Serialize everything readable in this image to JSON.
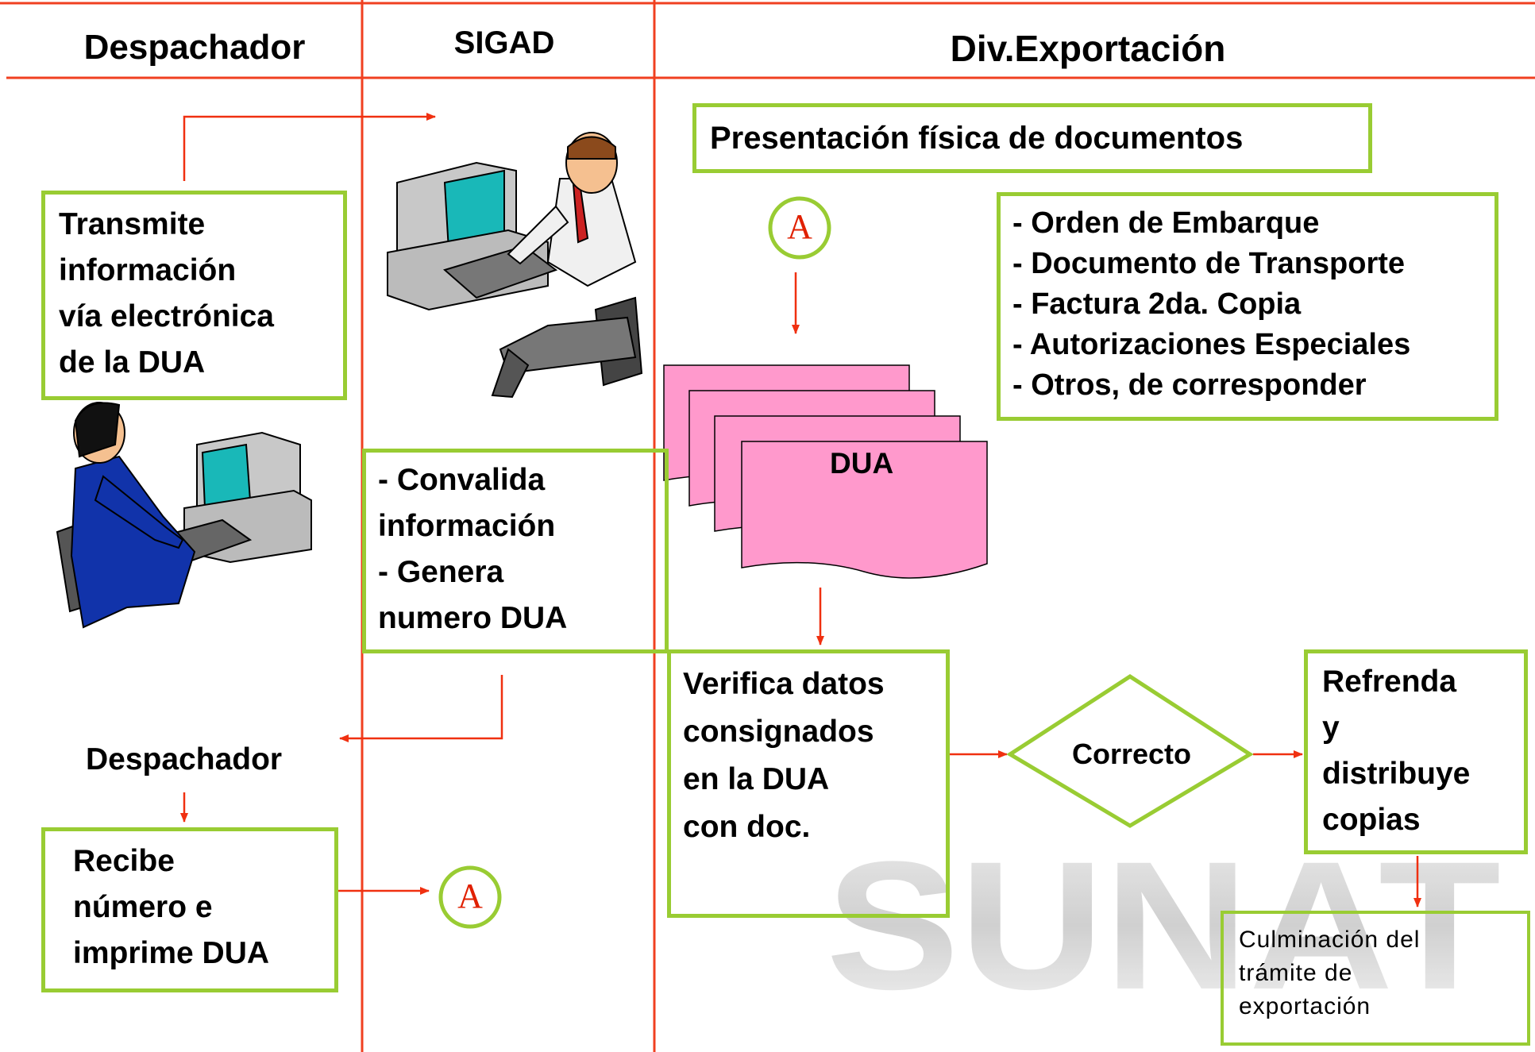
{
  "lanes": {
    "despachador": "Despachador",
    "sigad": "SIGAD",
    "div_exportacion": "Div.Exportación"
  },
  "despachador_lane": {
    "transmite": "Transmite\n información\nvía electrónica\nde la DUA",
    "despachador_label": "Despachador",
    "recibe": "Recibe\nnúmero e\nimprime DUA",
    "connector_A": "A"
  },
  "sigad_lane": {
    "convalida": "- Convalida\n   información\n- Genera\n  numero DUA"
  },
  "export_lane": {
    "presentacion": "Presentación física de documentos",
    "connector_A": "A",
    "documentos": [
      "- Orden de Embarque",
      "- Documento de Transporte",
      "- Factura  2da.  Copia",
      "- Autorizaciones Especiales",
      "- Otros, de corresponder"
    ],
    "dua_doc": "DUA",
    "verifica": "Verifica datos\nconsignados\nen la DUA\ncon doc.",
    "decision": "Correcto",
    "refrenda": "Refrenda\n y\ndistribuye\n copias",
    "culminacion": "Culminación del\n trámite de\nexportación"
  },
  "watermark": "SUNAT",
  "colors": {
    "lane_lines": "#f04020",
    "arrows": "#f03010",
    "box_border": "#99cc33",
    "document_fill": "#ff99cc",
    "connector_text": "#e02000"
  }
}
